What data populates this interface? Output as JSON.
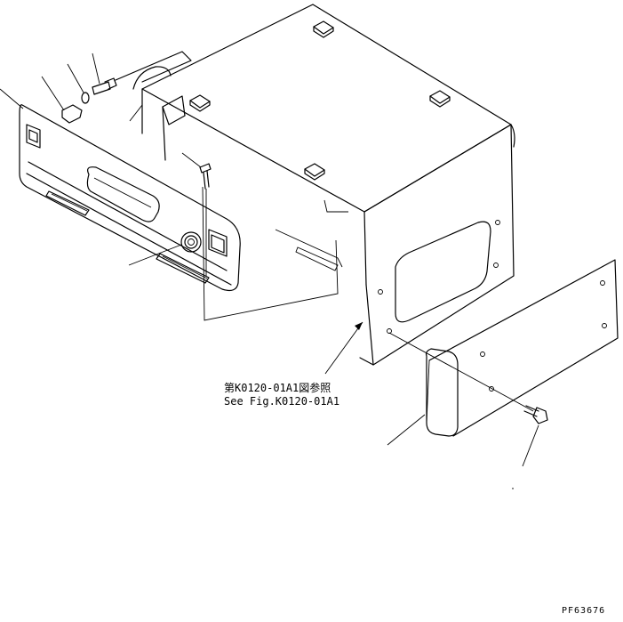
{
  "reference": {
    "jp": "第K0120-01A1図参照",
    "en": "See Fig.K0120-01A1"
  },
  "figure_code": "PF63676",
  "callouts": [
    {
      "id": "control-panel-leader"
    },
    {
      "id": "clip-leader"
    },
    {
      "id": "washer-leader"
    },
    {
      "id": "bolt-top-leader"
    },
    {
      "id": "bracket-leader"
    },
    {
      "id": "screw-leader"
    },
    {
      "id": "key-switch-leader"
    },
    {
      "id": "cover-leader"
    },
    {
      "id": "bolt-right-leader"
    }
  ]
}
